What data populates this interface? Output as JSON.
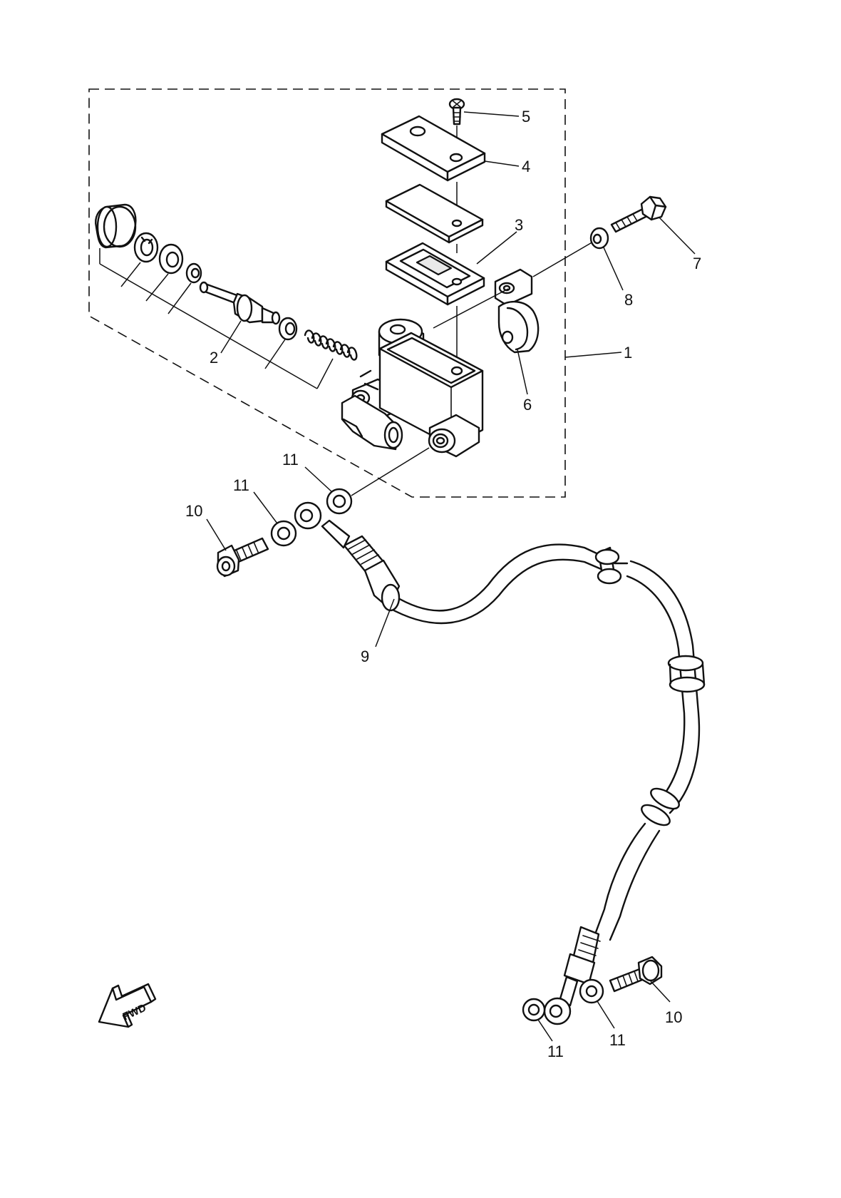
{
  "callouts": {
    "c1": "1",
    "c2": "2",
    "c3": "3",
    "c4": "4",
    "c5": "5",
    "c6": "6",
    "c7": "7",
    "c8": "8",
    "c9": "9",
    "c10a": "10",
    "c10b": "10",
    "c11a": "11",
    "c11b": "11",
    "c11c": "11",
    "c11d": "11"
  },
  "direction_marker": {
    "label": "FWD"
  }
}
